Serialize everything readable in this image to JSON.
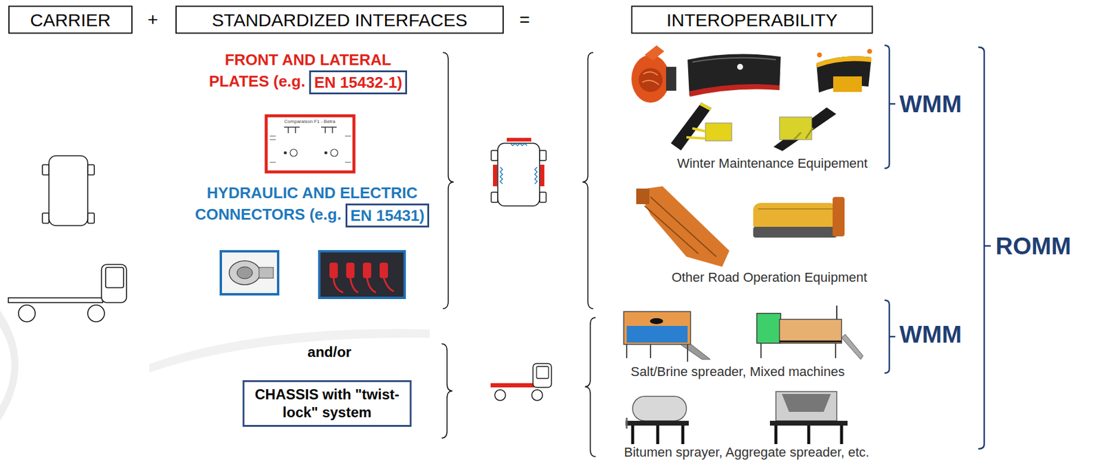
{
  "diagram": {
    "nodes": [
      {
        "text": [
          "CARRIER"
        ]
      },
      {
        "text": [
          "STANDARDIZED INTERFACES"
        ]
      },
      {
        "text": [
          "INTEROPERABILITY"
        ]
      },
      {
        "text": [
          "EN 15432-1)"
        ]
      },
      {
        "text": [
          "EN 15431)"
        ]
      },
      {
        "text": [
          "CHASSIS with \"twist-lock\" system"
        ]
      }
    ],
    "labels": [
      "+",
      "=",
      "FRONT AND LATERAL PLATES (e.g.",
      "Comparaison F1 - Betra",
      "HYDRAULIC AND ELECTRIC CONNECTORS (e.g.",
      "and/or",
      "Winter Maintenance Equipement",
      "WMM",
      "Other Road Operation Equipment",
      "Salt/Brine spreader, Mixed machines",
      "WMM",
      "Bitumen sprayer, Aggregate spreader, etc.",
      "ROMM"
    ]
  }
}
